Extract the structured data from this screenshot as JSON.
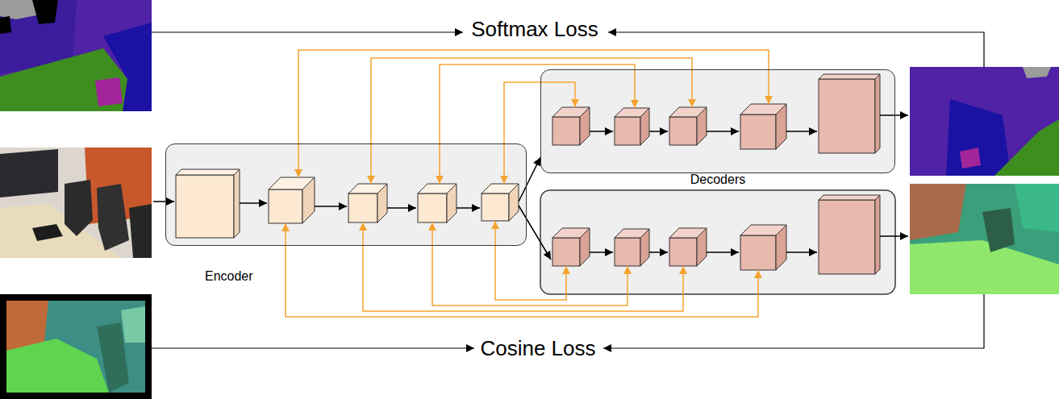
{
  "diagram": {
    "nodes": [
      {
        "text": [
          "Encoder"
        ]
      },
      {
        "text": [
          "Decoders"
        ]
      }
    ],
    "edges": [
      {
        "from": 0,
        "to": 1,
        "arrow": "to"
      }
    ],
    "labels": [
      "Softmax Loss",
      "Cosine Loss"
    ]
  }
}
